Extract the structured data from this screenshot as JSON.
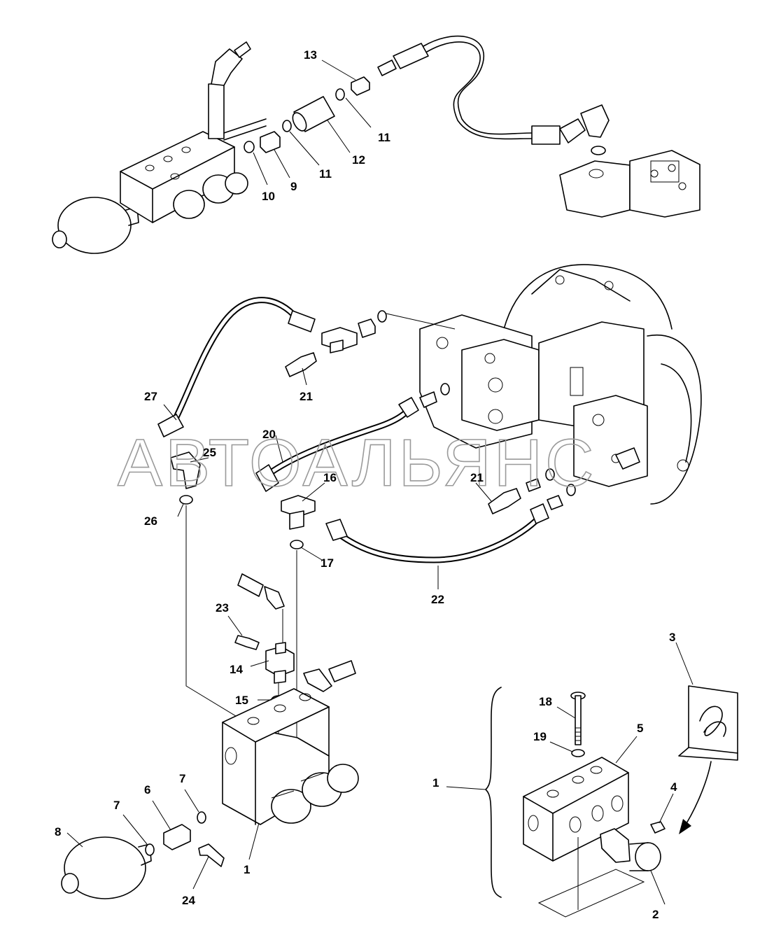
{
  "watermark": "АВТОАЛЬЯНС",
  "callouts": {
    "c1a": "1",
    "c1b": "1",
    "c2": "2",
    "c3": "3",
    "c4": "4",
    "c5": "5",
    "c6": "6",
    "c7a": "7",
    "c7b": "7",
    "c8": "8",
    "c9": "9",
    "c10": "10",
    "c11a": "11",
    "c11b": "11",
    "c12": "12",
    "c13": "13",
    "c14": "14",
    "c15": "15",
    "c16": "16",
    "c17": "17",
    "c18": "18",
    "c19": "19",
    "c20": "20",
    "c21a": "21",
    "c21b": "21",
    "c22": "22",
    "c23": "23",
    "c24": "24",
    "c25": "25",
    "c26": "26",
    "c27": "27"
  }
}
